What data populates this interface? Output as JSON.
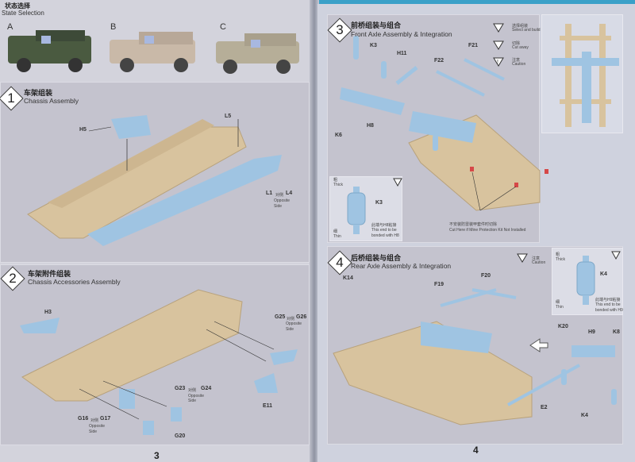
{
  "left_page": {
    "state_selection": {
      "title_cn": "状态选择",
      "title_en": "State Selection",
      "options": [
        "A",
        "B",
        "C"
      ]
    },
    "step1": {
      "number": "1",
      "title_cn": "车架组装",
      "title_en": "Chassis Assembly",
      "labels": {
        "h5": "H5",
        "l5": "L5",
        "l1": "L1",
        "opp_cn": "对侧",
        "l4": "L4",
        "opp_en": "Opposite",
        "side": "Side"
      }
    },
    "step2": {
      "number": "2",
      "title_cn": "车架附件组装",
      "title_en": "Chassis Accessories Assembly",
      "labels": {
        "h3": "H3",
        "g25": "G25",
        "g26": "G26",
        "e11": "E11",
        "g23": "G23",
        "g24": "G24",
        "g16": "G16",
        "g17": "G17",
        "g20": "G20",
        "opp_cn": "对侧",
        "opp_en": "Opposite",
        "side": "Side"
      }
    },
    "page_number": "3"
  },
  "right_page": {
    "step3": {
      "number": "3",
      "title_cn": "前桥组装与组合",
      "title_en": "Front Axle Assembly & Integration",
      "legend": [
        {
          "cn": "选择组装",
          "en": "Select and build"
        },
        {
          "cn": "切除",
          "en": "Cut away"
        },
        {
          "cn": "注意",
          "en": "Caution"
        }
      ],
      "labels": {
        "k3": "K3",
        "h11": "H11",
        "f22": "F22",
        "f21": "F21",
        "h8": "H8",
        "k6": "K6"
      },
      "spring_inset": {
        "thick_cn": "粗",
        "thick_en": "Thick",
        "thin_cn": "细",
        "thin_en": "Thin",
        "part": "K3",
        "bond_cn": "此端与H8粘接",
        "bond_en1": "This end to be",
        "bond_en2": "bonded with H8"
      },
      "cut_note_cn": "不安装防雷装甲套件时切除",
      "cut_note_en": "Cut Here if Mine Protection Kit Not Installed"
    },
    "step4": {
      "number": "4",
      "title_cn": "后桥组装与组合",
      "title_en": "Rear Axle Assembly & Integration",
      "caution_cn": "注意",
      "caution_en": "Caution",
      "labels": {
        "k14": "K14",
        "f19": "F19",
        "f20": "F20",
        "k20": "K20",
        "h9": "H9",
        "k8": "K8",
        "e2": "E2",
        "k4": "K4"
      },
      "spring_inset": {
        "thick_cn": "粗",
        "thick_en": "Thick",
        "thin_cn": "细",
        "thin_en": "Thin",
        "part": "K4",
        "bond_cn": "此端与H9粘接",
        "bond_en1": "This end to be",
        "bond_en2": "bonded with H9"
      }
    },
    "page_number": "4"
  },
  "colors": {
    "frame": "#d8c39e",
    "parts": "#9fc4e2",
    "accent": "#3aa0c8"
  }
}
